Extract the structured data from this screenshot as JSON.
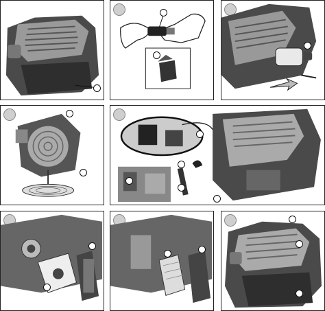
{
  "sheet": {
    "panels": [
      {
        "id": "panel-1",
        "subject": "engine-top-view"
      },
      {
        "id": "panel-2",
        "subject": "spark-plug-lead-removal"
      },
      {
        "id": "panel-3",
        "subject": "fuel-line-disconnect"
      },
      {
        "id": "panel-4",
        "subject": "oil-drain-tilt"
      },
      {
        "id": "panel-5",
        "subject": "oil-fill-dipstick"
      },
      {
        "id": "panel-6",
        "subject": "air-filter-foam"
      },
      {
        "id": "panel-7",
        "subject": "air-filter-paper"
      },
      {
        "id": "panel-8",
        "subject": "engine-cover-cleaning"
      }
    ]
  },
  "colors": {
    "engine_dark": "#3a3a3a",
    "engine_mid": "#6b6b6b",
    "engine_light": "#b9b9b9",
    "panel_border": "#222222",
    "step_marker": "#cfcfcf"
  }
}
